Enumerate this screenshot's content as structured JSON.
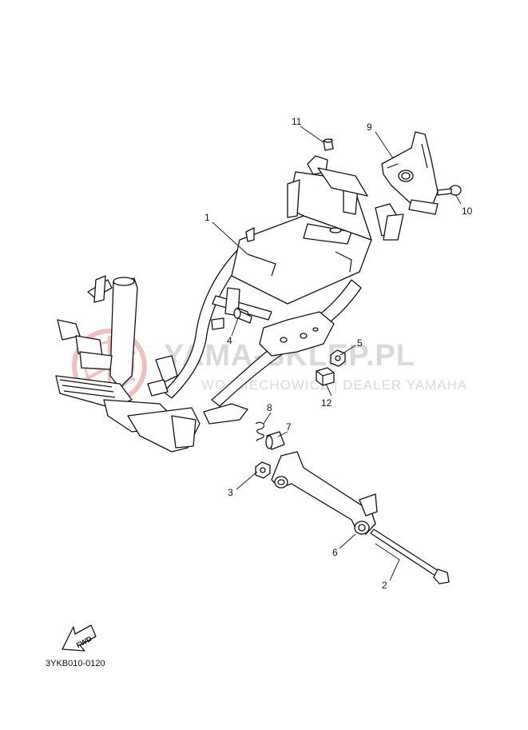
{
  "diagram": {
    "callouts": [
      {
        "id": "1",
        "label": "1"
      },
      {
        "id": "2",
        "label": "2"
      },
      {
        "id": "3",
        "label": "3"
      },
      {
        "id": "4",
        "label": "4"
      },
      {
        "id": "5",
        "label": "5"
      },
      {
        "id": "6",
        "label": "6"
      },
      {
        "id": "7",
        "label": "7"
      },
      {
        "id": "8",
        "label": "8"
      },
      {
        "id": "9",
        "label": "9"
      },
      {
        "id": "10",
        "label": "10"
      },
      {
        "id": "11",
        "label": "11"
      },
      {
        "id": "12",
        "label": "12"
      }
    ],
    "drawing_code": "3YKB010-0120",
    "fwd_label": "FWD"
  },
  "watermark": {
    "main": "YAMA-SKLEP.PL",
    "sub": "WOJCIECHOWICZ | DEALER YAMAHA",
    "logo_color": "#e88a8a",
    "text_color": "#d9d9d9"
  }
}
